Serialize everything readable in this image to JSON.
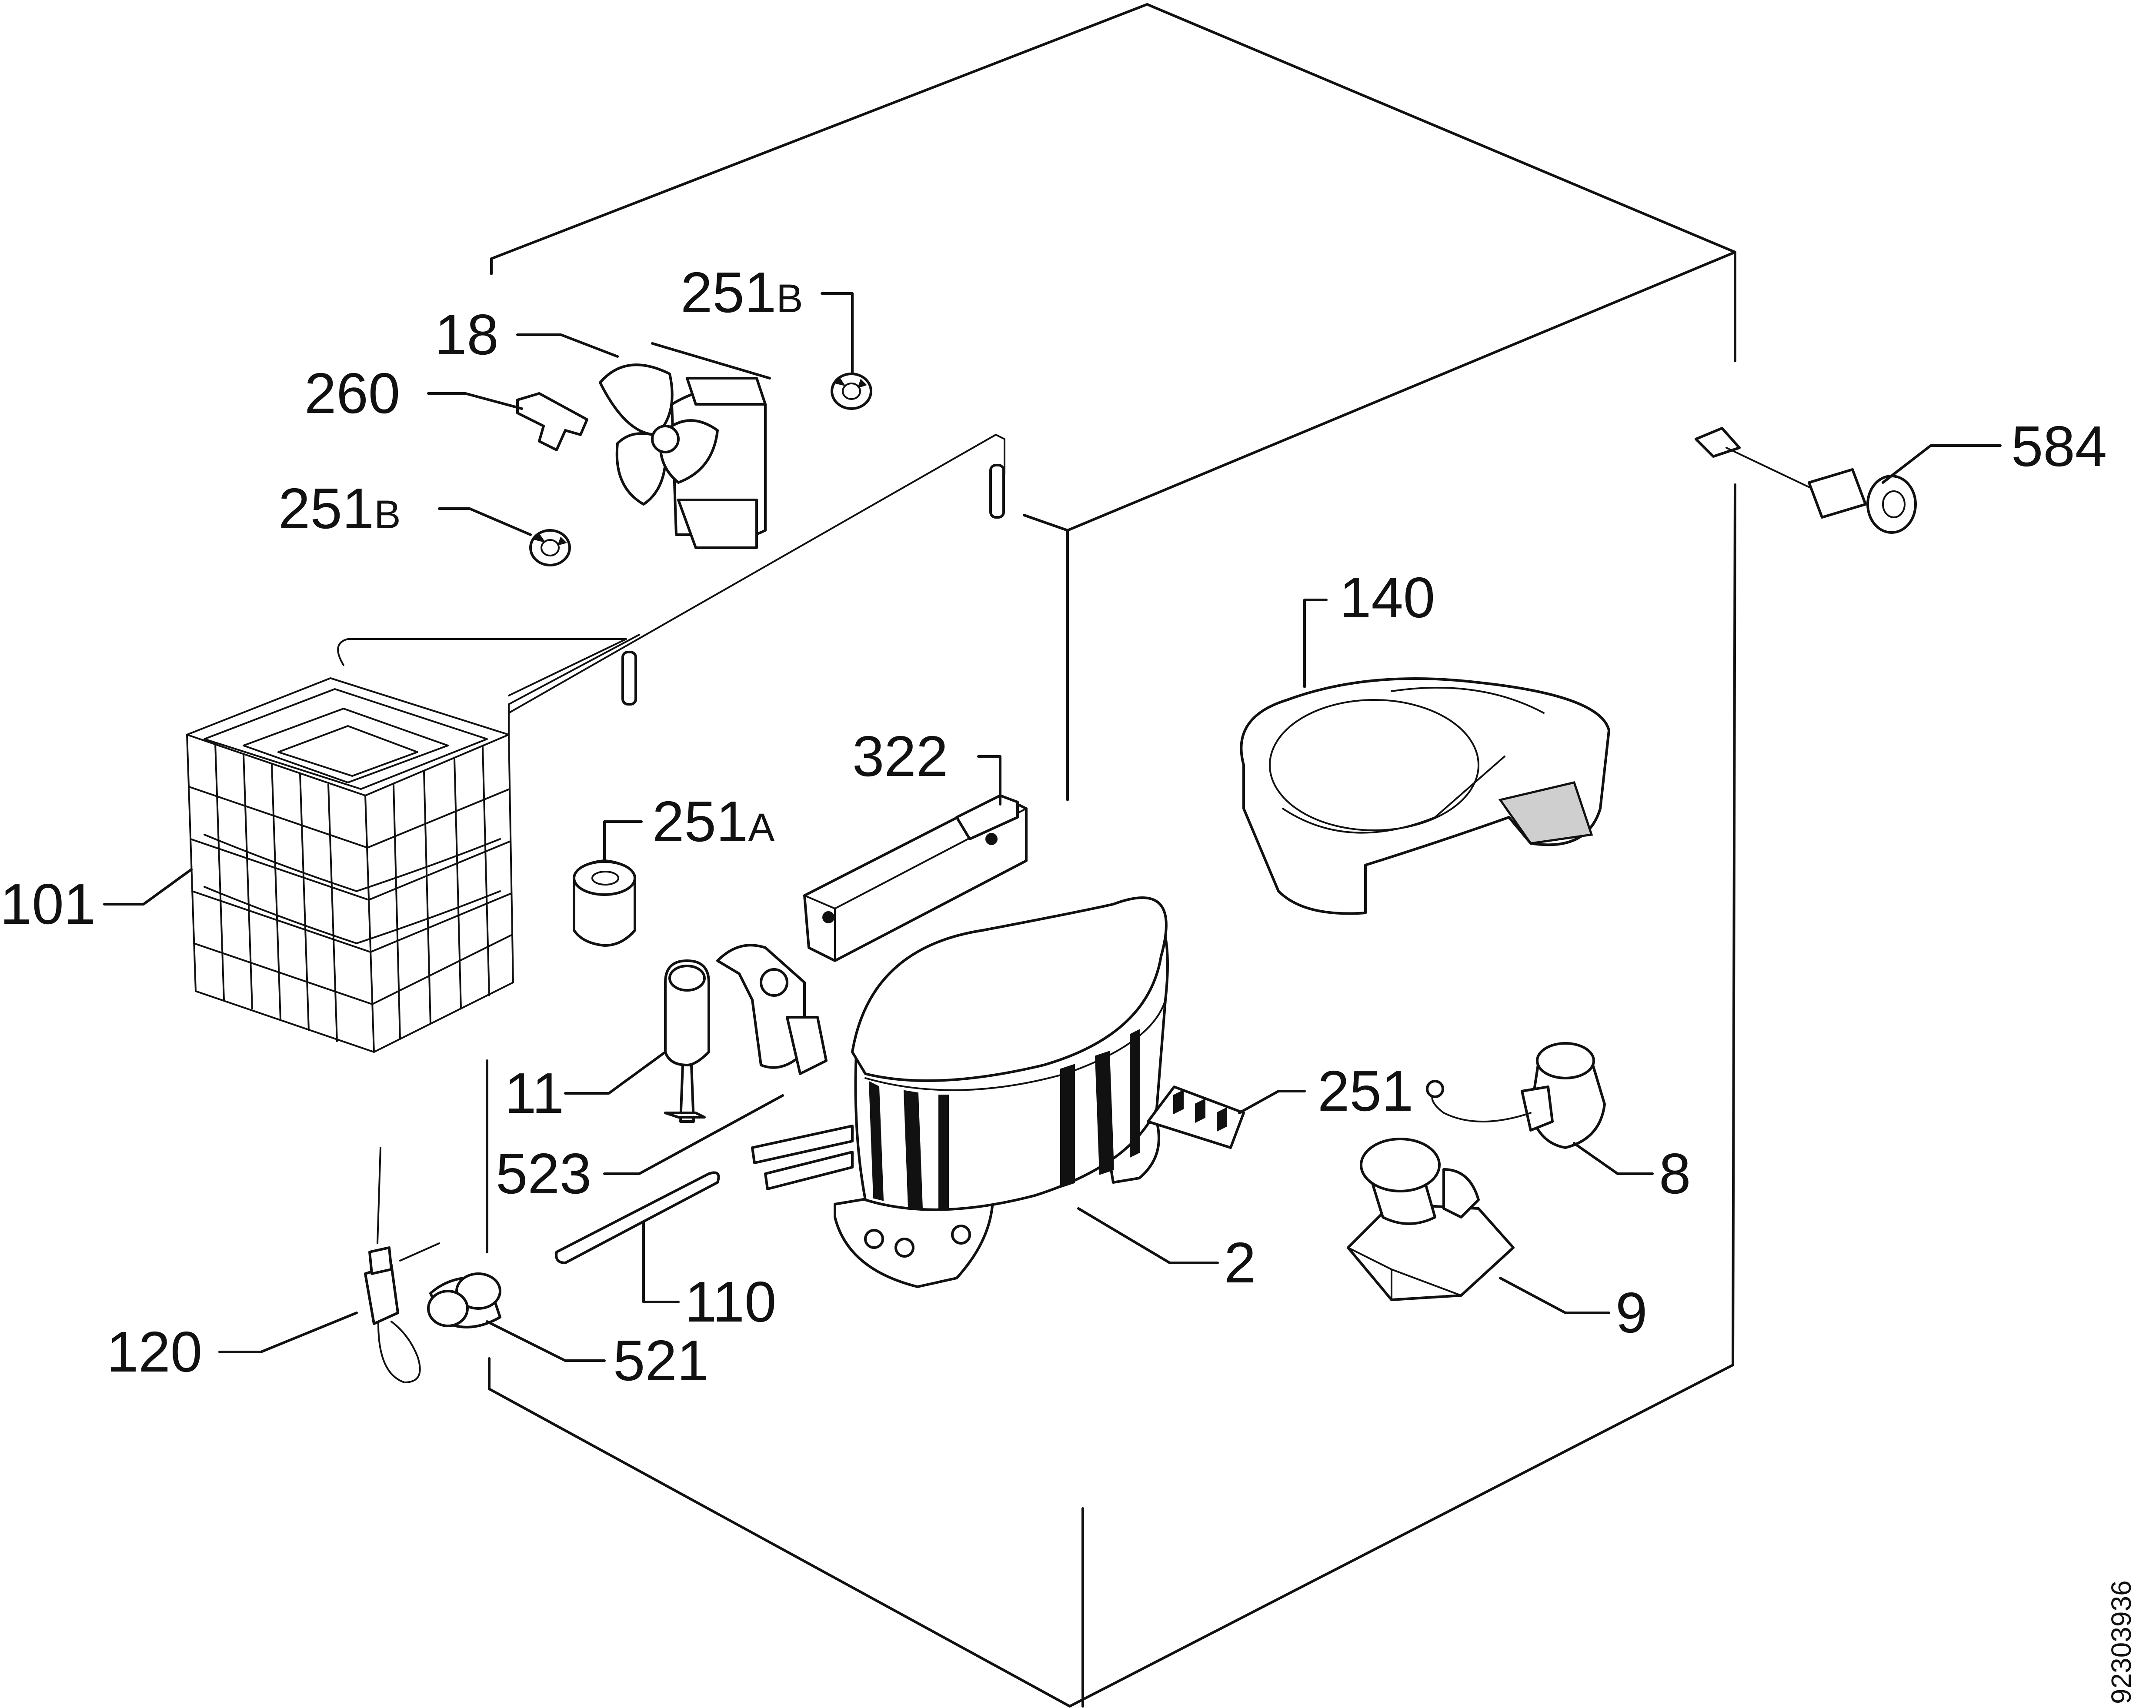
{
  "diagram": {
    "document_number": "92303936",
    "callouts": [
      {
        "id": "c584",
        "text": "584"
      },
      {
        "id": "c140",
        "text": "140"
      },
      {
        "id": "c251b_top",
        "num": "251",
        "suffix": "B"
      },
      {
        "id": "c18",
        "text": "18"
      },
      {
        "id": "c260",
        "text": "260"
      },
      {
        "id": "c251b_left",
        "num": "251",
        "suffix": "B"
      },
      {
        "id": "c322",
        "text": "322"
      },
      {
        "id": "c251a",
        "num": "251",
        "suffix": "A"
      },
      {
        "id": "c101",
        "text": "101"
      },
      {
        "id": "c11",
        "text": "11"
      },
      {
        "id": "c251",
        "text": "251"
      },
      {
        "id": "c8",
        "text": "8"
      },
      {
        "id": "c523",
        "text": "523"
      },
      {
        "id": "c2",
        "text": "2"
      },
      {
        "id": "c110",
        "text": "110"
      },
      {
        "id": "c9",
        "text": "9"
      },
      {
        "id": "c120",
        "text": "120"
      },
      {
        "id": "c521",
        "text": "521"
      }
    ]
  }
}
